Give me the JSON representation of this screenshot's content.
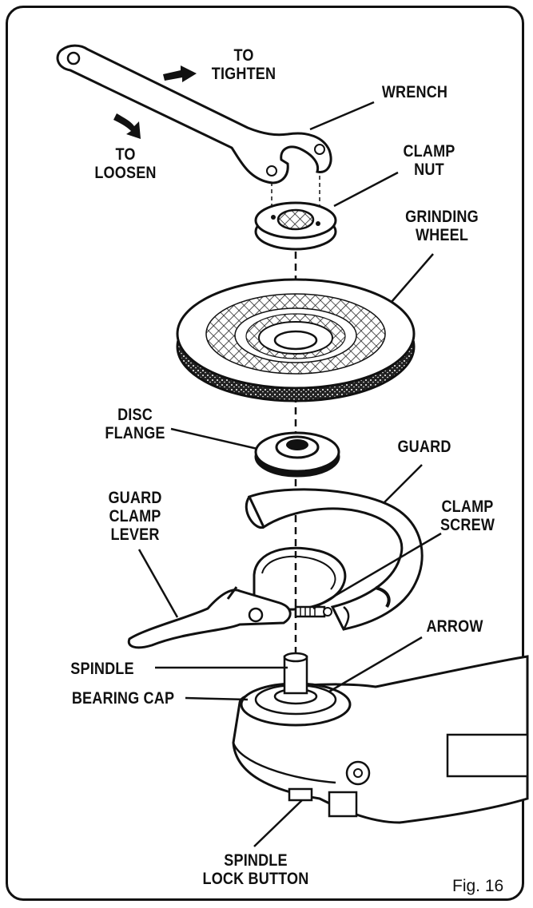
{
  "labels": {
    "to_tighten": "TO\nTIGHTEN",
    "to_loosen": "TO\nLOOSEN",
    "wrench": "WRENCH",
    "clamp_nut": "CLAMP\nNUT",
    "grinding_wheel": "GRINDING\nWHEEL",
    "disc_flange": "DISC\nFLANGE",
    "guard": "GUARD",
    "guard_clamp_lever": "GUARD\nCLAMP\nLEVER",
    "clamp_screw": "CLAMP\nSCREW",
    "arrow": "ARROW",
    "spindle": "SPINDLE",
    "bearing_cap": "BEARING CAP",
    "spindle_lock_button": "SPINDLE\nLOCK BUTTON"
  },
  "figure_caption": "Fig. 16"
}
